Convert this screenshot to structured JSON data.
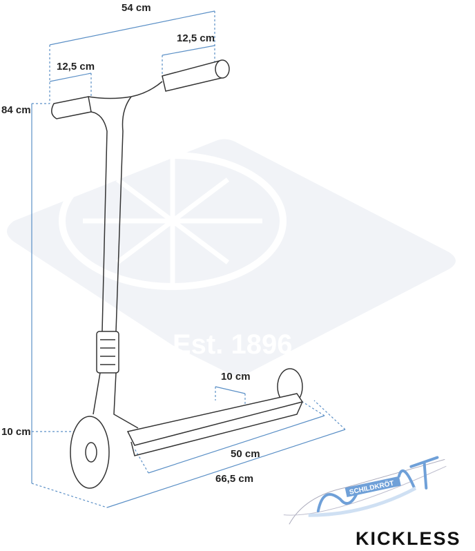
{
  "dimensions": {
    "handlebar_width": "54 cm",
    "grip_left": "12,5 cm",
    "grip_right": "12,5 cm",
    "total_height": "84 cm",
    "deck_height": "10 cm",
    "deck_width": "10 cm",
    "deck_length": "50 cm",
    "total_length": "66,5 cm"
  },
  "watermark": {
    "text": "Est. 1896"
  },
  "brand": {
    "logo_text": "SCHILDKRÖT",
    "product": "KICKLESS"
  },
  "colors": {
    "dimension_line": "#5a8fc6",
    "outline": "#333333",
    "watermark": "#f1f3f7",
    "logo_blue": "#6fa0d8"
  }
}
